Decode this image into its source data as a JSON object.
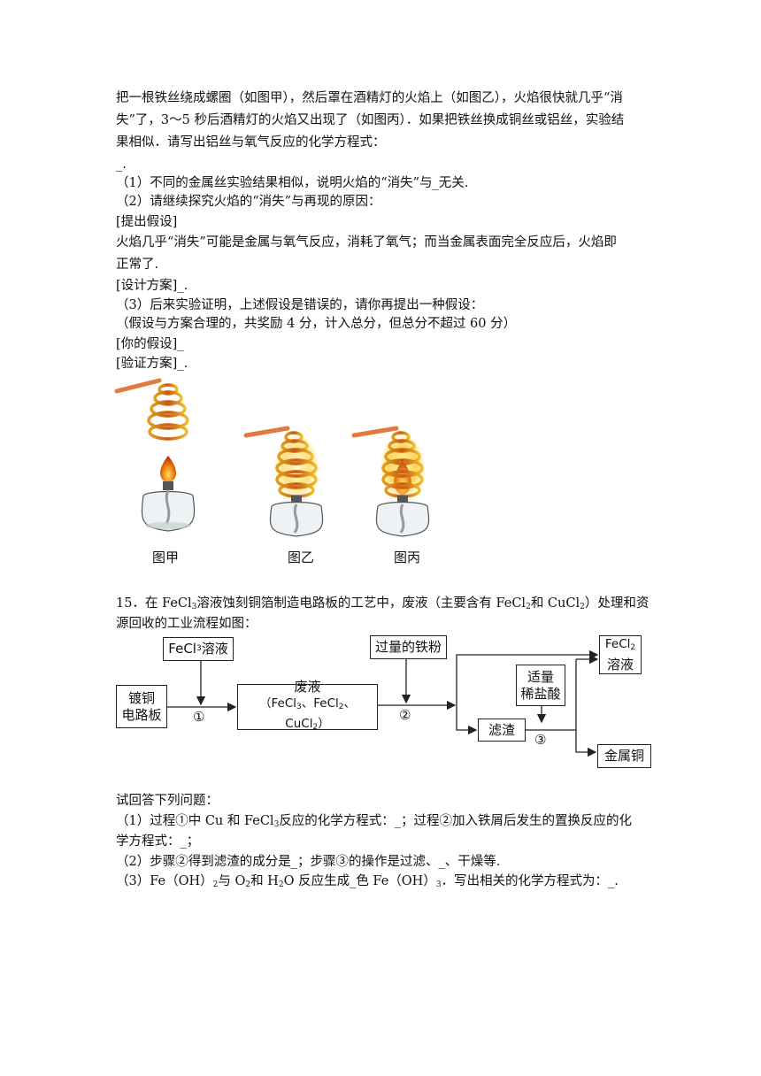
{
  "problem14": {
    "line1": "把一根铁丝绕成螺圈（如图甲），然后罩在酒精灯的火焰上（如图乙），火焰很快就几乎“消",
    "line2": "失”了，3～5 秒后酒精灯的火焰又出现了（如图丙）．如果把铁丝换成铜丝或铝丝，实验结",
    "line3": "果相似．请写出铝丝与氧气反应的化学方程式：",
    "line4": "_.",
    "q1": "（1）不同的金属丝实验结果相似，说明火焰的“消失”与_无关.",
    "q2": "（2）请继续探究火焰的“消失”与再现的原因：",
    "hyp_label": "[提出假设]",
    "hyp_line1": "火焰几乎“消失”可能是金属与氧气反应，消耗了氧气；而当金属表面完全反应后，火焰即",
    "hyp_line2": "正常了.",
    "design": "[设计方案]_.",
    "q3": "（3）后来实验证明，上述假设是错误的，请你再提出一种假设：",
    "q3_note": "（假设与方案合理的，共奖励 4 分，计入总分，但总分不超过 60 分）",
    "your_hyp": "[你的假设]_",
    "verify": "[验证方案]_.",
    "captions": [
      "图甲",
      "图乙",
      "图丙"
    ]
  },
  "problem15": {
    "intro_a": "15．在 FeCl",
    "intro_s1": "3",
    "intro_b": "溶液蚀刻铜箔制造电路板的工艺中，废液（主要含有 FeCl",
    "intro_s2": "2",
    "intro_c": "和 CuCl",
    "intro_s3": "2",
    "intro_d": "）处理和资",
    "intro_line2": "源回收的工业流程如图：",
    "flow": {
      "fecl3_a": "FeCl",
      "fecl3_s": "3",
      "fecl3_b": "溶液",
      "board_1": "镀铜",
      "board_2": "电路板",
      "waste_title": "废液",
      "waste_a": "（FeCl",
      "waste_s1": "3",
      "waste_b": "、FeCl",
      "waste_s2": "2",
      "waste_c": "、CuCl",
      "waste_s3": "2",
      "waste_d": "）",
      "iron": "过量的铁粉",
      "acid_1": "适量",
      "acid_2": "稀盐酸",
      "residue": "滤渣",
      "fecl2_a": "FeCl",
      "fecl2_s": "2",
      "fecl2_b": "溶液",
      "copper": "金属铜",
      "step1": "①",
      "step2": "②",
      "step3": "③"
    },
    "answer_prompt": "试回答下列问题：",
    "a1_a": "（1）过程①中 Cu 和 FeCl",
    "a1_s": "3",
    "a1_b": "反应的化学方程式：_；过程②加入铁屑后发生的置换反应的化",
    "a1_line2": "学方程式：_；",
    "a2": "（2）步骤②得到滤渣的成分是_；步骤③的操作是过滤、_、干燥等.",
    "a3_a": "（3）Fe（OH）",
    "a3_s1": "2",
    "a3_b": "与 O",
    "a3_s2": "2",
    "a3_c": "和 H",
    "a3_s3": "2",
    "a3_d": "O 反应生成_色 Fe（OH）",
    "a3_s4": "3",
    "a3_e": "．写出相关的化学方程式为：_."
  }
}
